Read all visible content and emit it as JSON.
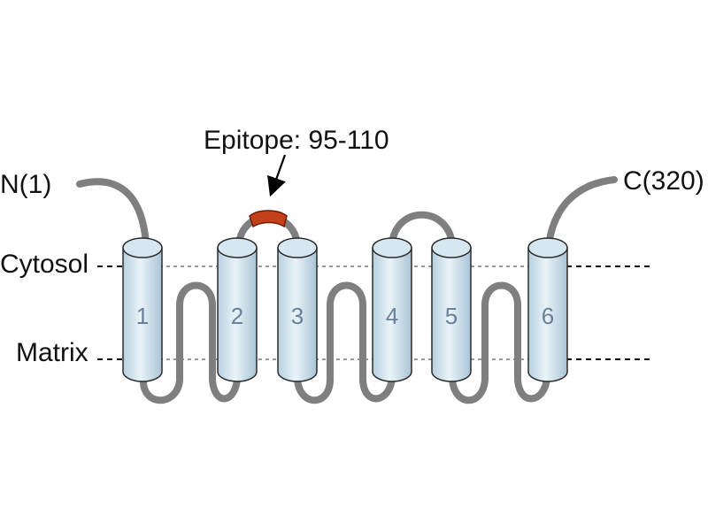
{
  "labels": {
    "n_terminus": "N(1)",
    "c_terminus": "C(320)",
    "epitope": "Epitope: 95-110",
    "cytosol": "Cytosol",
    "matrix": "Matrix"
  },
  "helices": [
    "1",
    "2",
    "3",
    "4",
    "5",
    "6"
  ],
  "colors": {
    "helix_fill": "#d6e7f1",
    "helix_stroke": "#2b2b2b",
    "chain": "#7f7f7f",
    "epitope": "#c4401b",
    "text": "#111111",
    "helix_number": "#6b8099"
  },
  "icons": {
    "epitope_pointer": "down-arrow-icon"
  }
}
